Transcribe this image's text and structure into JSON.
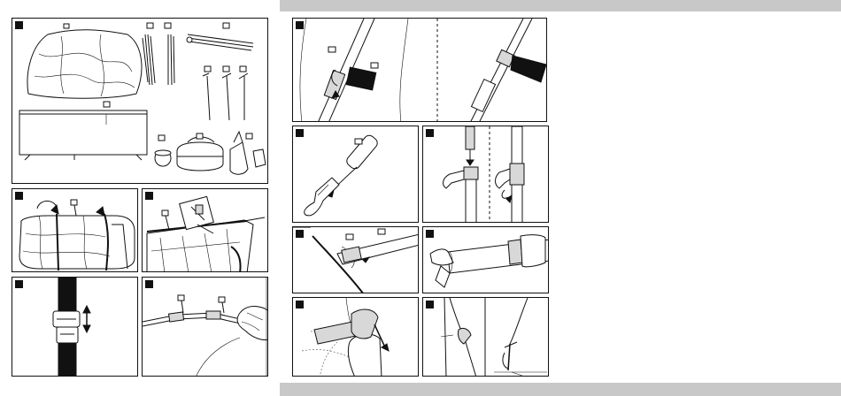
{
  "page": {
    "header_bar_color": "#c8c8c8",
    "footer_bar_color": "#c8c8c8",
    "line_color": "#111111"
  },
  "figures": [
    {
      "id": "parts-overview",
      "marker": "",
      "parts": [
        "tent-body",
        "tent-poles",
        "guy-lines",
        "pegs",
        "windscreen",
        "tape-roll",
        "carry-bag",
        "peg-bag"
      ]
    },
    {
      "id": "unpack-bag",
      "marker": ""
    },
    {
      "id": "insert-pole-corner",
      "marker": ""
    },
    {
      "id": "buckle-adjust",
      "marker": ""
    },
    {
      "id": "pole-assembly",
      "marker": ""
    },
    {
      "id": "pole-sleeve",
      "marker": ""
    },
    {
      "id": "pole-tip-hook",
      "marker": ""
    },
    {
      "id": "hook-attach",
      "marker": ""
    },
    {
      "id": "pole-corner-pocket",
      "marker": ""
    },
    {
      "id": "velcro-wrap",
      "marker": ""
    },
    {
      "id": "strap-tighten",
      "marker": ""
    },
    {
      "id": "guy-line-peg",
      "marker": ""
    }
  ],
  "icons": [
    "arrow-icon",
    "buckle-icon",
    "hand-icon",
    "hook-icon",
    "peg-icon"
  ]
}
